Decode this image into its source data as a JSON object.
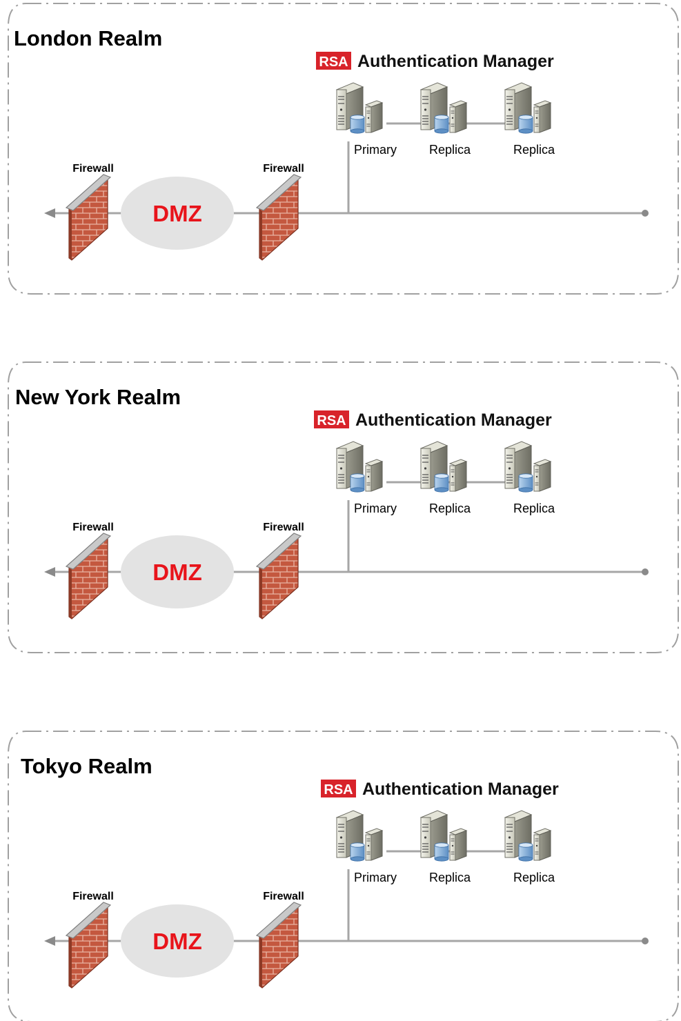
{
  "colors": {
    "rsa_red": "#d8232a",
    "dmz_text": "#e8141b",
    "dmz_fill": "#e3e3e3",
    "brick": "#c4583f",
    "wall_top": "#c9c9c9",
    "network_line": "#a6a6a6",
    "realm_border": "#a0a0a0"
  },
  "realms": [
    {
      "title": "London Realm",
      "rsa_logo": "RSA",
      "product": "Authentication Manager",
      "servers": [
        {
          "label": "Primary"
        },
        {
          "label": "Replica"
        },
        {
          "label": "Replica"
        }
      ],
      "firewall_left": "Firewall",
      "dmz": "DMZ",
      "firewall_right": "Firewall"
    },
    {
      "title": "New York Realm",
      "rsa_logo": "RSA",
      "product": "Authentication Manager",
      "servers": [
        {
          "label": "Primary"
        },
        {
          "label": "Replica"
        },
        {
          "label": "Replica"
        }
      ],
      "firewall_left": "Firewall",
      "dmz": "DMZ",
      "firewall_right": "Firewall"
    },
    {
      "title": "Tokyo Realm",
      "rsa_logo": "RSA",
      "product": "Authentication Manager",
      "servers": [
        {
          "label": "Primary"
        },
        {
          "label": "Replica"
        },
        {
          "label": "Replica"
        }
      ],
      "firewall_left": "Firewall",
      "dmz": "DMZ",
      "firewall_right": "Firewall"
    }
  ]
}
